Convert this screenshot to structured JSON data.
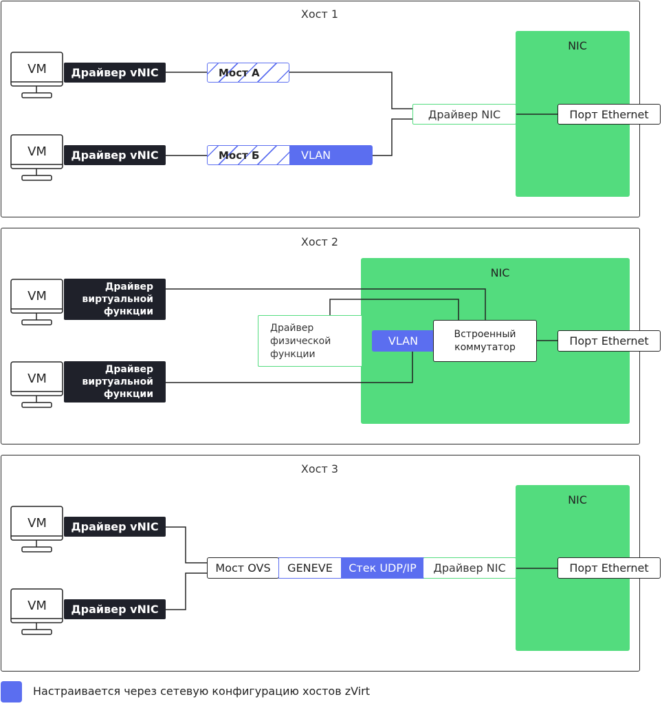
{
  "hosts": [
    {
      "title": "Хост 1",
      "nic_title": "NIC",
      "vms": [
        {
          "label": "VM",
          "driver": "Драйвер vNIC"
        },
        {
          "label": "VM",
          "driver": "Драйвер vNIC"
        }
      ],
      "bridge_a": "Мост А",
      "bridge_b": "Мост Б",
      "vlan": "VLAN",
      "nic_driver": "Драйвер NIC",
      "port": "Порт Ethernet"
    },
    {
      "title": "Хост 2",
      "nic_title": "NIC",
      "vms": [
        {
          "label": "VM",
          "driver_lines": [
            "Драйвер",
            "виртуальной",
            "функции"
          ]
        },
        {
          "label": "VM",
          "driver_lines": [
            "Драйвер",
            "виртуальной",
            "функции"
          ]
        }
      ],
      "pf_driver_lines": [
        "Драйвер",
        "физической",
        "функции"
      ],
      "vlan": "VLAN",
      "switch_lines": [
        "Встроенный",
        "коммутатор"
      ],
      "port": "Порт Ethernet"
    },
    {
      "title": "Хост 3",
      "nic_title": "NIC",
      "vms": [
        {
          "label": "VM",
          "driver": "Драйвер vNIC"
        },
        {
          "label": "VM",
          "driver": "Драйвер vNIC"
        }
      ],
      "ovs": "Мост OVS",
      "geneve": "GENEVE",
      "udp_stack": "Стек UDP/IP",
      "nic_driver": "Драйвер NIC",
      "port": "Порт Ethernet"
    }
  ],
  "legend": {
    "text": "Настраивается через сетевую конфигурацию хостов zVirt",
    "color": "#5b6ef0"
  },
  "colors": {
    "nic_green": "#53dc7e",
    "zvirt_blue": "#5b6ef0",
    "driver_dark": "#1f212a"
  }
}
